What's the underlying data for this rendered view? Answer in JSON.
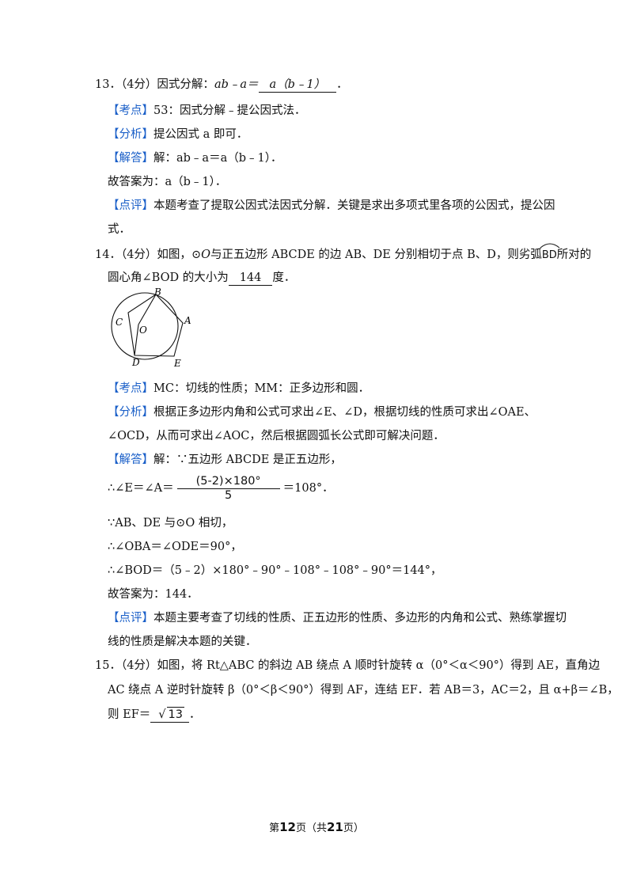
{
  "q13": {
    "stem": "13．（4分）因式分解：",
    "expr": "ab﹣a＝",
    "answer": "a（b﹣1）",
    "end": "．",
    "kaodian_tag": "【考点】",
    "kaodian": "53：因式分解﹣提公因式法．",
    "fenxi_tag": "【分析】",
    "fenxi": "提公因式 a 即可．",
    "jieda_tag": "【解答】",
    "jieda": "解：ab﹣a＝a（b﹣1）．",
    "guda": "故答案为：a（b﹣1）．",
    "dianping_tag": "【点评】",
    "dianping1": "本题考查了提取公因式法因式分解．关键是求出多项式里各项的公因式，提公因",
    "dianping2": "式．"
  },
  "q14": {
    "stem1_a": "14．（4分）如图，",
    "circle_o": "⊙O",
    "stem1_b": "与正五边形 ABCDE 的边 AB、DE 分别相切于点 B、D，则劣弧",
    "arc": "BD",
    "stem1_c": "所对的",
    "stem2_a": "圆心角∠BOD 的大小为",
    "answer": "144",
    "stem2_b": "度．",
    "fig_labels": {
      "B": "B",
      "C": "C",
      "O": "O",
      "A": "A",
      "D": "D",
      "E": "E"
    },
    "kaodian_tag": "【考点】",
    "kaodian": "MC：切线的性质；MM：正多边形和圆．",
    "fenxi_tag": "【分析】",
    "fenxi1": "根据正多边形内角和公式可求出∠E、∠D，根据切线的性质可求出∠OAE、",
    "fenxi2": "∠OCD，从而可求出∠AOC，然后根据圆弧长公式即可解决问题．",
    "jieda_tag": "【解答】",
    "jieda1": "解：∵五边形 ABCDE 是正五边形，",
    "jieda2_pre": "∴∠E＝∠A＝",
    "frac_num": "(5-2)×180°",
    "frac_den": "5",
    "jieda2_post": "＝108°．",
    "jieda3": "∵AB、DE 与⊙O 相切，",
    "jieda4": "∴∠OBA＝∠ODE＝90°，",
    "jieda5": "∴∠BOD＝（5﹣2）×180°﹣90°﹣108°﹣108°﹣90°＝144°，",
    "guda": "故答案为：144．",
    "dianping_tag": "【点评】",
    "dianping1": "本题主要考查了切线的性质、正五边形的性质、多边形的内角和公式、熟练掌握切",
    "dianping2": "线的性质是解决本题的关键．"
  },
  "q15": {
    "line1": "15．（4分）如图，将 Rt△ABC 的斜边 AB 绕点 A 顺时针旋转 α（0°＜α＜90°）得到 AE，直角边",
    "line2": "AC 绕点 A 逆时针旋转 β（0°＜β＜90°）得到 AF，连结 EF．若 AB＝3，AC＝2，且 α+β＝∠B，",
    "line3_pre": "则 EF＝",
    "answer_radicand": "13",
    "line3_post": "．"
  },
  "footer": {
    "pre": "第",
    "page": "12",
    "mid": "页（共",
    "total": "21",
    "post": "页）"
  }
}
